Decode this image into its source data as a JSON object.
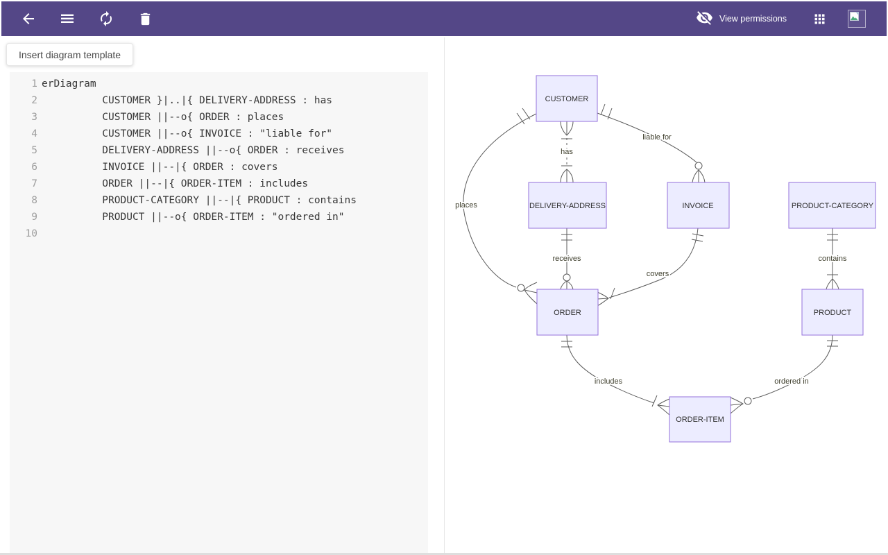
{
  "header": {
    "view_permissions_label": "View permissions",
    "colors": {
      "bar": "#544787"
    },
    "icons": [
      "back-arrow",
      "hamburger-menu",
      "refresh-sync",
      "trash",
      "eye-slash",
      "grid-3x3",
      "broken-image-avatar"
    ]
  },
  "template_button": {
    "label": "Insert diagram template"
  },
  "editor": {
    "lines": [
      {
        "num": 1,
        "text": "erDiagram"
      },
      {
        "num": 2,
        "text": "          CUSTOMER }|..|{ DELIVERY-ADDRESS : has"
      },
      {
        "num": 3,
        "text": "          CUSTOMER ||--o{ ORDER : places"
      },
      {
        "num": 4,
        "text": "          CUSTOMER ||--o{ INVOICE : \"liable for\""
      },
      {
        "num": 5,
        "text": "          DELIVERY-ADDRESS ||--o{ ORDER : receives"
      },
      {
        "num": 6,
        "text": "          INVOICE ||--|{ ORDER : covers"
      },
      {
        "num": 7,
        "text": "          ORDER ||--|{ ORDER-ITEM : includes"
      },
      {
        "num": 8,
        "text": "          PRODUCT-CATEGORY ||--|{ PRODUCT : contains"
      },
      {
        "num": 9,
        "text": "          PRODUCT ||--o{ ORDER-ITEM : \"ordered in\""
      },
      {
        "num": 10,
        "text": ""
      }
    ]
  },
  "diagram": {
    "colors": {
      "entity_fill": "#ECECFF",
      "entity_border": "#9370DB",
      "edge": "#5b5b5b",
      "label": "#41412f"
    },
    "entities": [
      {
        "name": "CUSTOMER"
      },
      {
        "name": "DELIVERY-ADDRESS"
      },
      {
        "name": "INVOICE"
      },
      {
        "name": "PRODUCT-CATEGORY"
      },
      {
        "name": "ORDER"
      },
      {
        "name": "PRODUCT"
      },
      {
        "name": "ORDER-ITEM"
      }
    ],
    "relationships": [
      {
        "from": "CUSTOMER",
        "to": "DELIVERY-ADDRESS",
        "cardinality": "}|..|{",
        "label": "has"
      },
      {
        "from": "CUSTOMER",
        "to": "ORDER",
        "cardinality": "||--o{",
        "label": "places"
      },
      {
        "from": "CUSTOMER",
        "to": "INVOICE",
        "cardinality": "||--o{",
        "label": "liable for"
      },
      {
        "from": "DELIVERY-ADDRESS",
        "to": "ORDER",
        "cardinality": "||--o{",
        "label": "receives"
      },
      {
        "from": "INVOICE",
        "to": "ORDER",
        "cardinality": "||--|{",
        "label": "covers"
      },
      {
        "from": "ORDER",
        "to": "ORDER-ITEM",
        "cardinality": "||--|{",
        "label": "includes"
      },
      {
        "from": "PRODUCT-CATEGORY",
        "to": "PRODUCT",
        "cardinality": "||--|{",
        "label": "contains"
      },
      {
        "from": "PRODUCT",
        "to": "ORDER-ITEM",
        "cardinality": "||--o{",
        "label": "ordered in"
      }
    ]
  }
}
